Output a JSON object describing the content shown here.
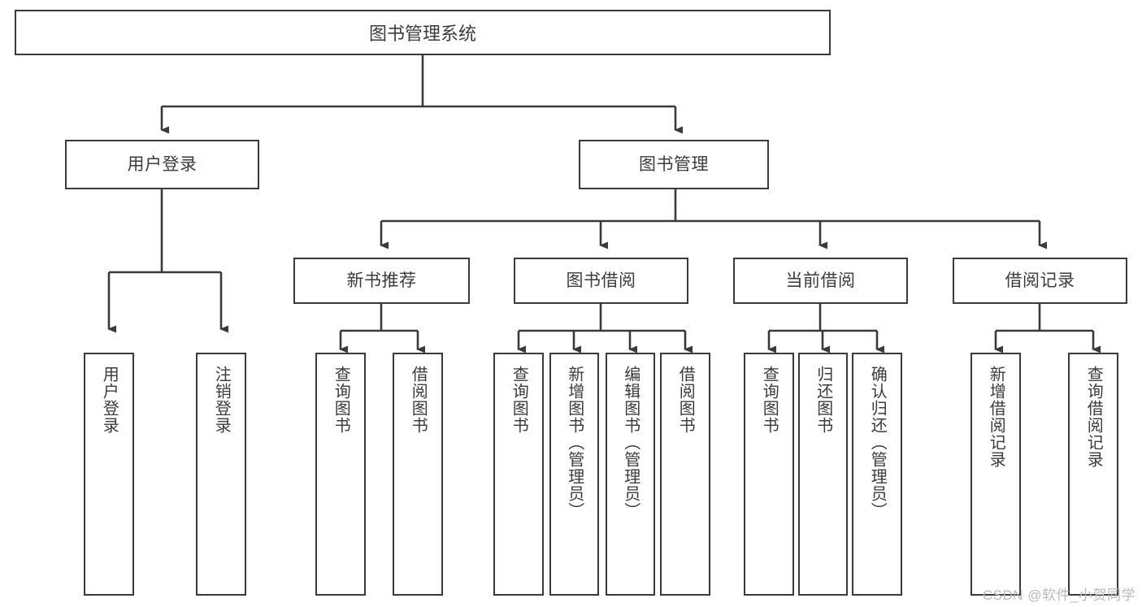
{
  "diagram": {
    "title": "图书管理系统",
    "type": "tree",
    "watermark": "CSDN @软件_小贺同学",
    "colors": {
      "box_border": "#3a3a3a",
      "box_fill": "#ffffff",
      "text": "#3b3b3b",
      "connector": "#3a3a3a",
      "watermark": "#b9b9b9",
      "background": "#ffffff"
    },
    "root": {
      "label": "图书管理系统"
    },
    "level1": [
      {
        "id": "user-login",
        "label": "用户登录"
      },
      {
        "id": "book-management",
        "label": "图书管理"
      }
    ],
    "level2": [
      {
        "id": "new-book-recommend",
        "label": "新书推荐"
      },
      {
        "id": "book-borrow",
        "label": "图书借阅"
      },
      {
        "id": "current-borrow",
        "label": "当前借阅"
      },
      {
        "id": "borrow-record",
        "label": "借阅记录"
      }
    ],
    "leaves": {
      "user_login": [
        {
          "id": "leaf-user-login",
          "label": "用户登录"
        },
        {
          "id": "leaf-logout-login",
          "label": "注销登录"
        }
      ],
      "new_book_recommend": [
        {
          "id": "leaf-query-book-1",
          "label": "查询图书"
        },
        {
          "id": "leaf-borrow-book-1",
          "label": "借阅图书"
        }
      ],
      "book_borrow": [
        {
          "id": "leaf-query-book-2",
          "label": "查询图书"
        },
        {
          "id": "leaf-add-book-admin",
          "label": "新增图书（管理员）"
        },
        {
          "id": "leaf-edit-book-admin",
          "label": "编辑图书（管理员）"
        },
        {
          "id": "leaf-borrow-book-2",
          "label": "借阅图书"
        }
      ],
      "current_borrow": [
        {
          "id": "leaf-query-book-3",
          "label": "查询图书"
        },
        {
          "id": "leaf-return-book",
          "label": "归还图书"
        },
        {
          "id": "leaf-confirm-return-admin",
          "label": "确认归还（管理员）"
        }
      ],
      "borrow_record": [
        {
          "id": "leaf-add-borrow-record",
          "label": "新增借阅记录"
        },
        {
          "id": "leaf-query-borrow-record",
          "label": "查询借阅记录"
        }
      ]
    }
  }
}
